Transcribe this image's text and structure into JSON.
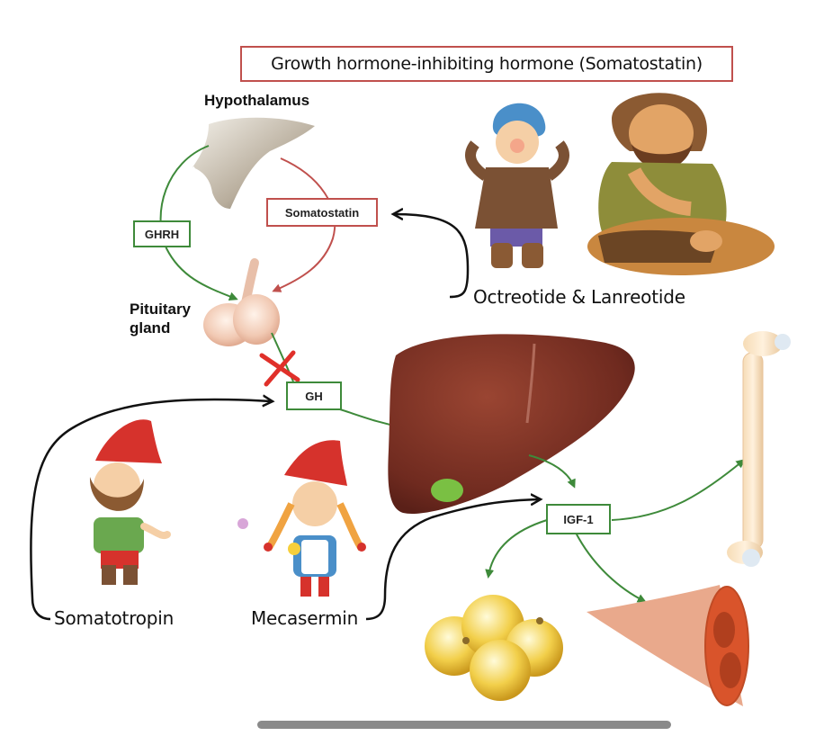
{
  "title": "Growth hormone-inhibiting hormone (Somatostatin)",
  "labels": {
    "hypothalamus": "Hypothalamus",
    "pituitary_line1": "Pituitary",
    "pituitary_line2": "gland"
  },
  "boxes": {
    "ghrh": "GHRH",
    "somatostatin": "Somatostatin",
    "gh": "GH",
    "igf1": "IGF-1"
  },
  "drugs": {
    "octreotide_lanreotide": "Octreotide & Lanreotide",
    "somatotropin": "Somatotropin",
    "mecasermin": "Mecasermin"
  },
  "colors": {
    "stimulate_arrow": "#3e8a3a",
    "inhibit_arrow": "#c0504d",
    "drug_arrow": "#111111",
    "block_mark": "#e0302a"
  },
  "icons": [
    "hypothalamus-illustration",
    "pituitary-illustration",
    "liver-illustration",
    "bone-illustration",
    "fat-cells-illustration",
    "muscle-illustration",
    "short-child-illustration",
    "giant-illustration",
    "bearded-gnome-illustration",
    "girl-gnome-illustration"
  ]
}
